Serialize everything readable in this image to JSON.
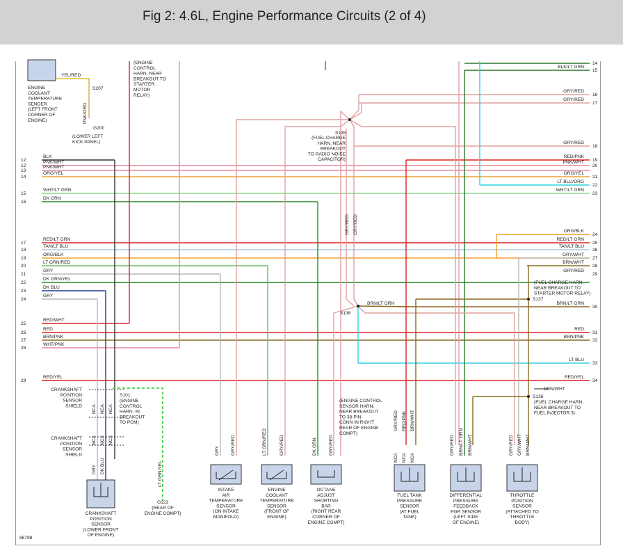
{
  "header": {
    "title": "Fig 2: 4.6L, Engine Performance Circuits (2 of 4)"
  },
  "colors": {
    "BLK": "#333333",
    "PNK": "#e88a9b",
    "ORG": "#f0a030",
    "WHT_GRN": "#8fd48a",
    "GRN": "#2a8c2a",
    "RED": "#e02020",
    "TAN": "#a8c8e8",
    "BLU": "#1a3a9a",
    "GRY": "#b8b8b8",
    "LTBLU": "#33d0e0",
    "BRN": "#8a6a20",
    "GRY_RED": "#e0a0a0",
    "LTGRN": "#60c060",
    "BLK_GRN": "#2a7a2a",
    "YEL": "#e8c020"
  },
  "left_wires": [
    {
      "num": "12",
      "label": "BLK"
    },
    {
      "num": "12",
      "label": "PNK/WHT"
    },
    {
      "num": "13",
      "label": "PNK/WHT"
    },
    {
      "num": "14",
      "label": "ORG/YEL"
    },
    {
      "num": "15",
      "label": "WHT/LT GRN"
    },
    {
      "num": "16",
      "label": "DK GRN"
    },
    {
      "num": "17",
      "label": "RED/LT GRN"
    },
    {
      "num": "18",
      "label": "TAN/LT BLU"
    },
    {
      "num": "19",
      "label": "ORG/BLK"
    },
    {
      "num": "20",
      "label": "LT GRN/RED"
    },
    {
      "num": "21",
      "label": "GRY"
    },
    {
      "num": "22",
      "label": "DK GRN/YEL"
    },
    {
      "num": "23",
      "label": "DK BLU"
    },
    {
      "num": "24",
      "label": "GRY"
    },
    {
      "num": "25",
      "label": "RED/WHT"
    },
    {
      "num": "26",
      "label": "RED"
    },
    {
      "num": "27",
      "label": "BRN/PNK"
    },
    {
      "num": "28",
      "label": "WHT/PNK"
    },
    {
      "num": "29",
      "label": "RED/YEL"
    }
  ],
  "right_wires": [
    {
      "num": "14",
      "label": ""
    },
    {
      "num": "15",
      "label": "BLK/LT GRN"
    },
    {
      "num": "16",
      "label": "GRY/RED"
    },
    {
      "num": "17",
      "label": "GRY/RED"
    },
    {
      "num": "18",
      "label": "GRY/RED"
    },
    {
      "num": "19",
      "label": "RED/PNK"
    },
    {
      "num": "20",
      "label": "PNK/WHT"
    },
    {
      "num": "21",
      "label": "ORG/YEL"
    },
    {
      "num": "22",
      "label": "LT BLU/ORG"
    },
    {
      "num": "23",
      "label": "WHT/LT GRN"
    },
    {
      "num": "24",
      "label": "ORG/BLK"
    },
    {
      "num": "25",
      "label": "RED/LT GRN"
    },
    {
      "num": "26",
      "label": "TAN/LT BLU"
    },
    {
      "num": "27",
      "label": "GRY/WHT"
    },
    {
      "num": "28",
      "label": "BRN/WHT"
    },
    {
      "num": "29",
      "label": "GRY/RED"
    },
    {
      "num": "30",
      "label": "BRN/LT GRN"
    },
    {
      "num": "31",
      "label": "RED"
    },
    {
      "num": "32",
      "label": "BRN/PNK"
    },
    {
      "num": "33",
      "label": "LT BLU"
    },
    {
      "num": "34",
      "label": "RED/YEL"
    }
  ],
  "splices": {
    "s207": "S207",
    "g200": "G200",
    "s135": "S135",
    "s138": "S138",
    "s137": "S137",
    "s136": "S136",
    "s101": "S101",
    "g123": "G123"
  },
  "notes": {
    "engine_control_harness_top": [
      "(ENGINE",
      "CONTROL",
      "HARN, NEAR",
      "BREAKOUT TO",
      "STARTER",
      "MOTOR",
      "RELAY)"
    ],
    "lower_left_kick": [
      "(LOWER LEFT",
      "KICK PANEL)"
    ],
    "s135_note": [
      "(FUEL CHARGE",
      "HARN, NEAR",
      "BREAKOUT",
      "TO RADIO NOISE",
      "CAPACITOR)"
    ],
    "s137_note": [
      "(FUEL CHARGE HARN,",
      "NEAR BREAKOUT TO",
      "STARTER MOTOR RELAY)"
    ],
    "s136_note": [
      "(FUEL CHARGE HARN,",
      "NEAR BREAKOUT TO",
      "FUEL INJECTOR 3)"
    ],
    "s101_note": [
      "(ENGINE",
      "CONTROL",
      "HARN, IN",
      "BREAKOUT",
      "TO PCM)"
    ],
    "s138_note": [
      "(ENGINE CONTROL",
      "SENSOR HARN,",
      "NEAR BREAKOUT",
      "TO 38-PIN",
      "CONN IN RIGHT",
      "REAR OF ENGINE",
      "COMPT)"
    ],
    "g123_note": [
      "(REAR OF",
      "ENGINE COMPT)"
    ]
  },
  "components": {
    "ect_sender": [
      "ENGINE",
      "COOLANT",
      "TEMPERATURE",
      "SENDER",
      "(LEFT FRONT",
      "CORNER OF",
      "ENGINE)"
    ],
    "ckp_shield_1": [
      "CRANKSHAFT",
      "POSITION",
      "SENSOR",
      "SHIELD"
    ],
    "ckp_shield_2": [
      "CRANKSHAFT",
      "POSITION",
      "SENSOR",
      "SHIELD"
    ],
    "ckp_sensor": [
      "CRANKSHAFT",
      "POSITION",
      "SENSOR",
      "(LOWER FRONT",
      "OF ENGINE)"
    ],
    "iat_sensor": [
      "INTAKE",
      "AIR",
      "TEMPERATURE",
      "SENSOR",
      "(ON INTAKE",
      "MANIFOLD)"
    ],
    "ect_sensor": [
      "ENGINE",
      "COOLANT",
      "TEMPERATURE",
      "SENSOR",
      "(FRONT OF",
      "ENGINE)"
    ],
    "octane_bar": [
      "OCTANE",
      "ADJUST",
      "SHORTING",
      "BAR",
      "(RIGHT REAR",
      "CORNER OF",
      "ENGINE COMPT)"
    ],
    "fuel_tank_sensor": [
      "FUEL TANK",
      "PRESSURE",
      "SENSOR",
      "(AT FUEL",
      "TANK)"
    ],
    "dpfe_sensor": [
      "DIFFERENTIAL",
      "PRESSURE",
      "FEEDBACK",
      "EGR SENSOR",
      "(LEFT SIDE",
      "OF ENGINE)"
    ],
    "tp_sensor": [
      "THROTTLE",
      "POSITION",
      "SENSOR",
      "(ATTACHED TO",
      "THROTTLE",
      "BODY)"
    ]
  },
  "wire_labels": {
    "yel_red": "YEL/RED",
    "pnk_org": "PNK/ORG",
    "gry_red_a": "GRY/RED",
    "gry_red_b": "GRY/RED",
    "brn_lt_grn_s138": "BRN/LT GRN",
    "brn_wht_arrow": "BRN/WHT",
    "lt_grn_yel": "LT GRN/YEL",
    "nca": "NCA",
    "gry": "GRY",
    "dk_blu": "DK BLU",
    "lt_grn_red": "LT GRN/RED",
    "dk_grn": "DK GRN",
    "red_pnk": "RED/PNK",
    "brn_wht": "BRN/WHT",
    "brn_lt_grn": "BRN/LT GRN",
    "gry_wht": "GRY/WHT"
  },
  "figure_id": "88798"
}
